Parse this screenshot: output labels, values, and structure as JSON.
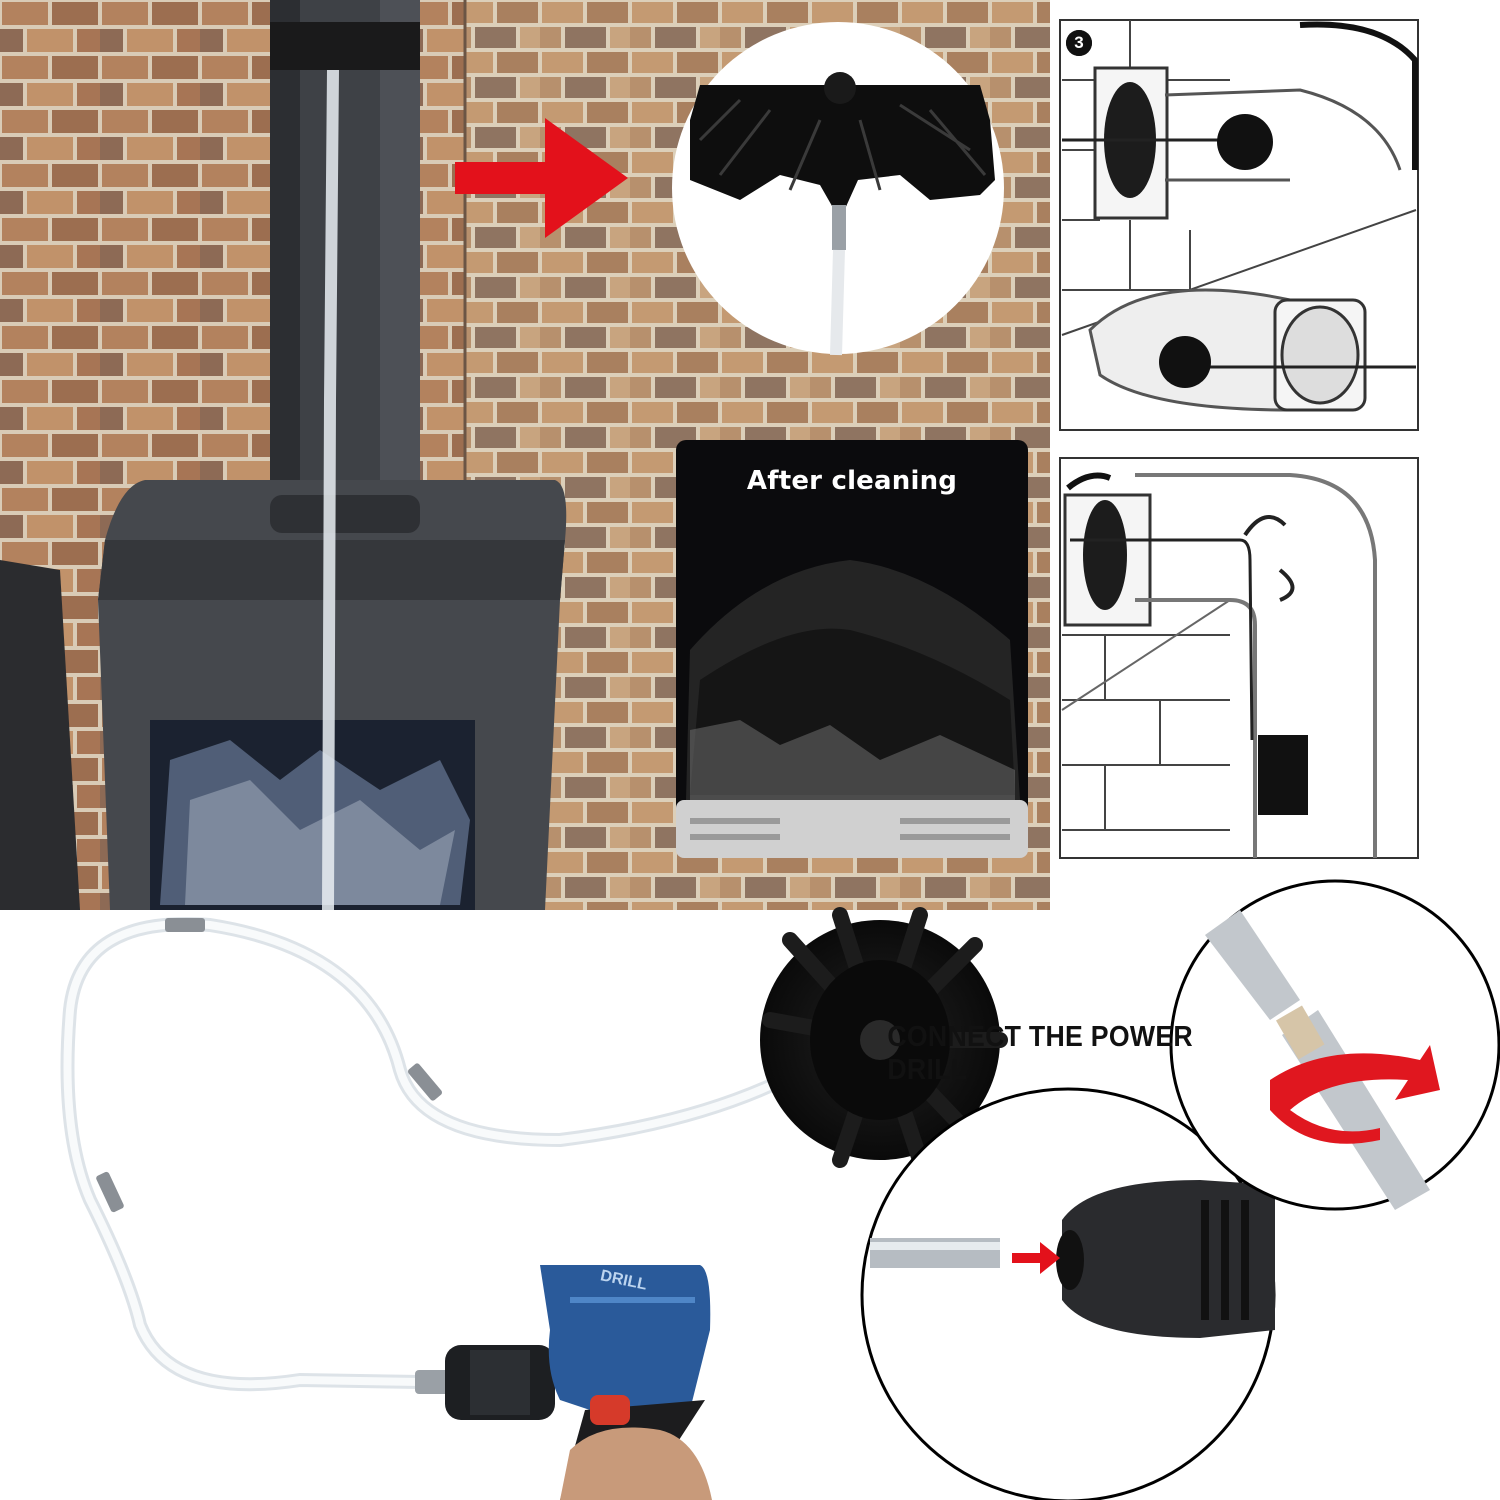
{
  "labels": {
    "after_cleaning": "After cleaning",
    "connect_drill": "CONNECT THE POWER DRILL",
    "step_number": "3",
    "drill_brand": "DRILL"
  },
  "colors": {
    "arrow_red": "#e3111b",
    "brick": "#b07a55",
    "stove": "#3f4247",
    "drill_blue": "#2a5a9a"
  }
}
